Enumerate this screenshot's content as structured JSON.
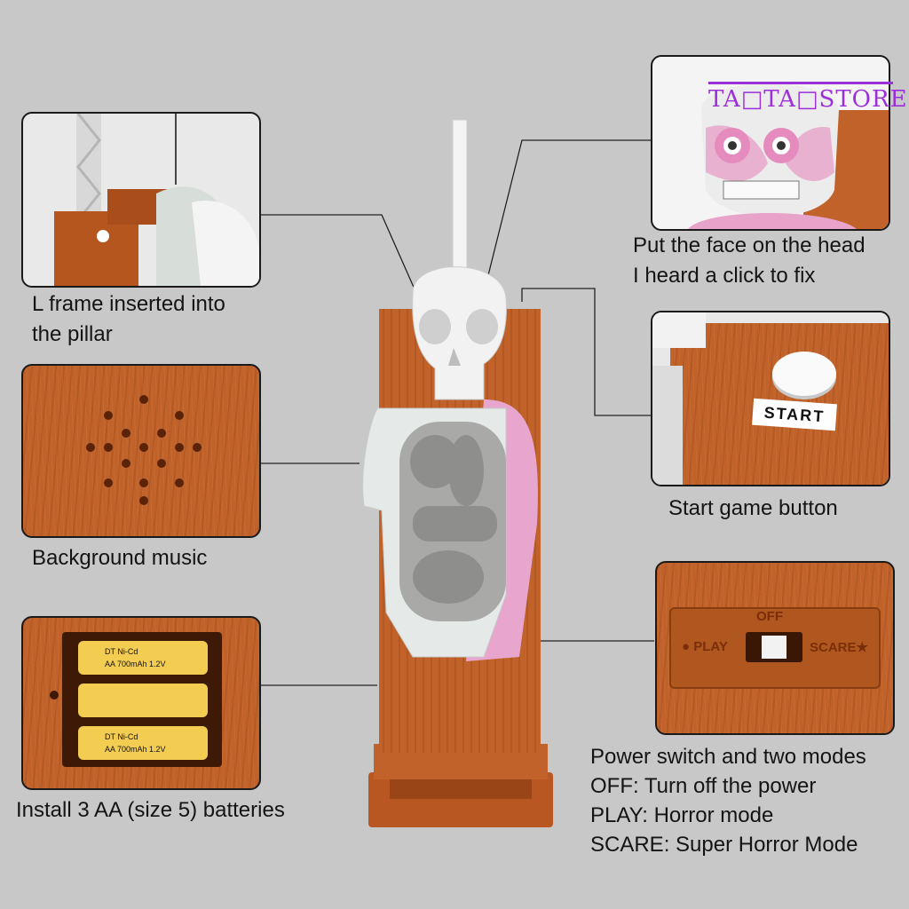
{
  "watermark": "TA□TA□STORE",
  "captions": {
    "l_frame": [
      "L frame inserted into",
      "the pillar"
    ],
    "face": [
      "Put the face on the head",
      "I heard a click to fix"
    ],
    "background_music": "Background music",
    "start_game": "Start game button",
    "batteries": "Install 3 AA (size 5) batteries",
    "power": [
      "Power switch and two modes",
      "OFF: Turn off the power",
      "PLAY: Horror mode",
      "SCARE: Super Horror Mode"
    ]
  },
  "labels": {
    "start": "START",
    "off": "OFF",
    "play": "PLAY",
    "scare": "SCARE",
    "battery_brand": "DT Ni-Cd",
    "battery_spec": "AA 700mAh 1.2V"
  },
  "colors": {
    "background": "#c8c8c8",
    "wood": "#c0622a",
    "battery": "#f2cd52",
    "watermark": "#9b30d9",
    "pink": "#e8a6cf"
  }
}
